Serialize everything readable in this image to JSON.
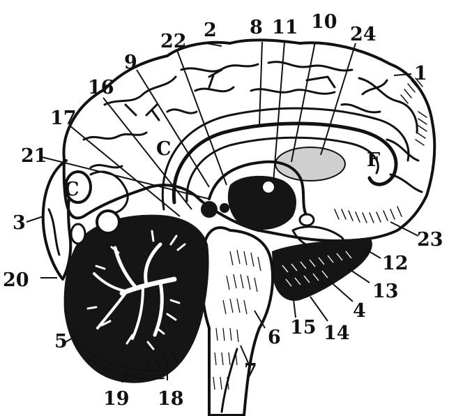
{
  "labels": {
    "l1": "1",
    "l2": "2",
    "l3": "3",
    "l4": "4",
    "l5": "5",
    "l6": "6",
    "l7": "7",
    "l8": "8",
    "l9": "9",
    "l10": "10",
    "l11": "11",
    "l12": "12",
    "l13": "13",
    "l14": "14",
    "l15": "15",
    "l16": "16",
    "l17": "17",
    "l18": "18",
    "l19": "19",
    "l20": "20",
    "l21": "21",
    "l22": "22",
    "l23": "23",
    "l24": "24"
  },
  "region_letters": {
    "c1": "C",
    "c2": "C",
    "f": "F"
  },
  "colors": {
    "ink": "#111111",
    "paper": "#ffffff"
  }
}
